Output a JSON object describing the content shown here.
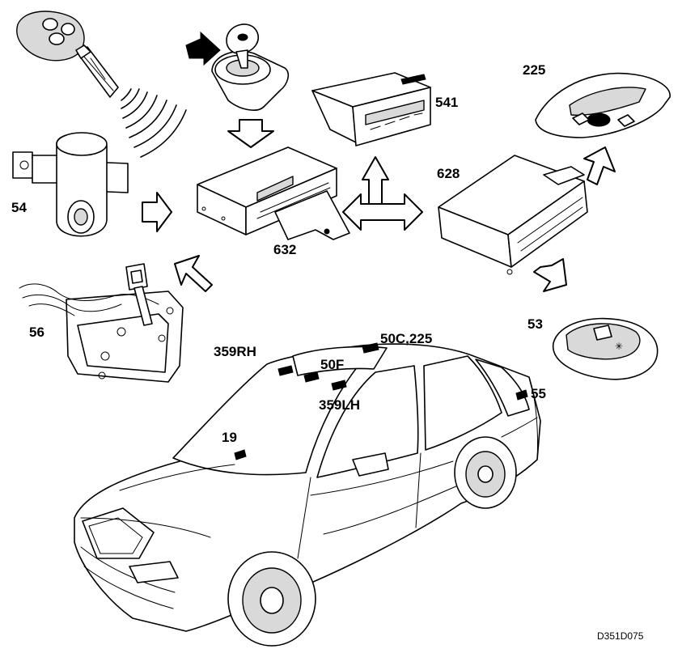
{
  "diagram_code": "D351D075",
  "components": {
    "key_fob": {
      "icon": "key-fob-icon"
    },
    "ignition_switch": {
      "icon": "ignition-switch-icon"
    },
    "door_switch": {
      "label": "54"
    },
    "door_lock": {
      "label": "56"
    },
    "control_module": {
      "label": "632"
    },
    "display_unit": {
      "label": "541"
    },
    "alarm_module": {
      "label": "628"
    },
    "interior_light": {
      "label": "225"
    },
    "sensor_unit": {
      "label": "53"
    }
  },
  "car_callouts": {
    "rh": "359RH",
    "center_light": "50C,225",
    "front_lamp": "50F",
    "lh": "359LH",
    "rear": "55",
    "dash": "19"
  }
}
